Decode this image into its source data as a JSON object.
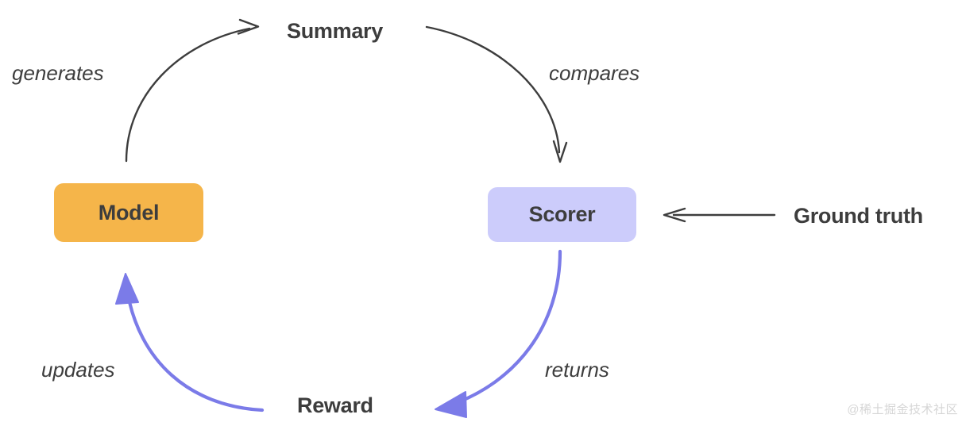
{
  "diagram": {
    "type": "cycle-flow",
    "title": "",
    "colors": {
      "model_box": "#f5b54a",
      "scorer_box": "#ccccfb",
      "dark_arrow": "#3d3d3d",
      "purple_arrow": "#7b7be8",
      "text": "#3d3d3d",
      "background": "#ffffff",
      "watermark": "#d6d6d6"
    },
    "nodes": [
      {
        "id": "model",
        "label": "Model",
        "style": "filled-box",
        "fill": "#f5b54a"
      },
      {
        "id": "summary",
        "label": "Summary",
        "style": "plain-text"
      },
      {
        "id": "scorer",
        "label": "Scorer",
        "style": "filled-box",
        "fill": "#ccccfb"
      },
      {
        "id": "reward",
        "label": "Reward",
        "style": "plain-text"
      },
      {
        "id": "ground_truth",
        "label": "Ground truth",
        "style": "plain-text"
      }
    ],
    "edges": [
      {
        "id": "generates",
        "label": "generates",
        "from": "model",
        "to": "summary",
        "color": "#3d3d3d",
        "shape": "curved"
      },
      {
        "id": "compares",
        "label": "compares",
        "from": "summary",
        "to": "scorer",
        "color": "#3d3d3d",
        "shape": "curved"
      },
      {
        "id": "returns",
        "label": "returns",
        "from": "scorer",
        "to": "reward",
        "color": "#7b7be8",
        "shape": "curved"
      },
      {
        "id": "updates",
        "label": "updates",
        "from": "reward",
        "to": "model",
        "color": "#7b7be8",
        "shape": "curved"
      },
      {
        "id": "ground-truth-feed",
        "label": "",
        "from": "ground_truth",
        "to": "scorer",
        "color": "#3d3d3d",
        "shape": "straight"
      }
    ]
  },
  "watermark": {
    "text": "@稀土掘金技术社区"
  }
}
